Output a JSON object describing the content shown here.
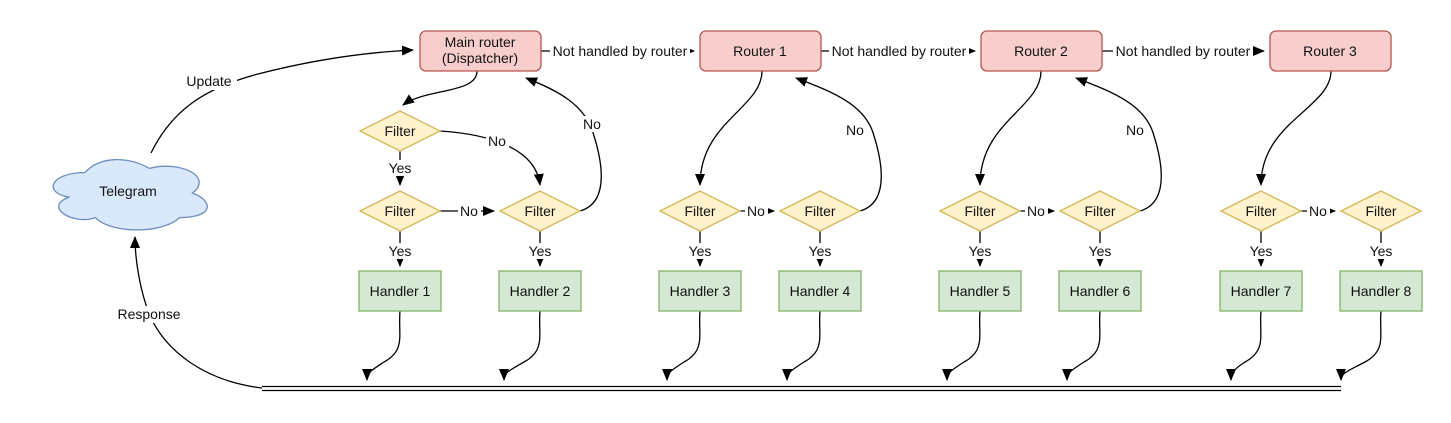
{
  "colors": {
    "router_fill": "#f8cecc",
    "router_stroke": "#b85450",
    "filter_fill": "#fff2cc",
    "filter_stroke": "#d6b656",
    "handler_fill": "#d5e8d4",
    "handler_stroke": "#82b366",
    "cloud_fill": "#dae8fc",
    "cloud_stroke": "#6c8ebf",
    "line": "#000000"
  },
  "cloud": {
    "label": "Telegram"
  },
  "routers": {
    "main": {
      "line1": "Main router",
      "line2": "(Dispatcher)"
    },
    "r1": {
      "label": "Router 1"
    },
    "r2": {
      "label": "Router 2"
    },
    "r3": {
      "label": "Router 3"
    }
  },
  "filter_label": "Filter",
  "handlers": [
    "Handler 1",
    "Handler 2",
    "Handler 3",
    "Handler 4",
    "Handler 5",
    "Handler 6",
    "Handler 7",
    "Handler 8"
  ],
  "labels": {
    "update": "Update",
    "response": "Response",
    "not_handled": "Not handled by router",
    "yes": "Yes",
    "no": "No"
  }
}
